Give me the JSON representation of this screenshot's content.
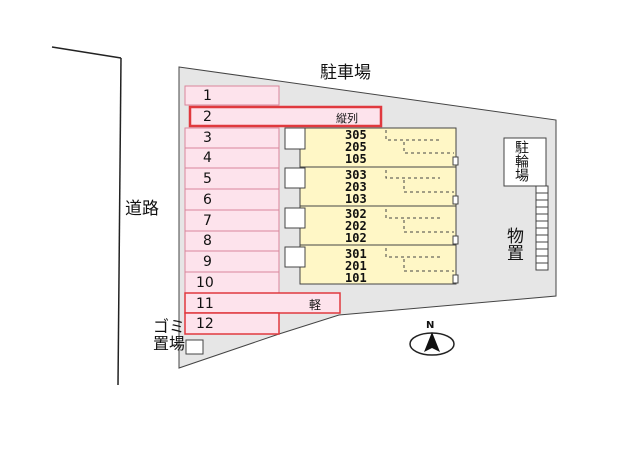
{
  "labels": {
    "parking_top": "駐車場",
    "road": "道路",
    "bicycle_parking": "駐輪場",
    "storage": "物置",
    "garbage": "ゴミ置場",
    "compass": "N"
  },
  "parking_slots": [
    {
      "number": "1",
      "note": ""
    },
    {
      "number": "2",
      "note": "縦列"
    },
    {
      "number": "3",
      "note": ""
    },
    {
      "number": "4",
      "note": ""
    },
    {
      "number": "5",
      "note": ""
    },
    {
      "number": "6",
      "note": ""
    },
    {
      "number": "7",
      "note": ""
    },
    {
      "number": "8",
      "note": ""
    },
    {
      "number": "9",
      "note": ""
    },
    {
      "number": "10",
      "note": ""
    },
    {
      "number": "11",
      "note": "軽"
    },
    {
      "number": "12",
      "note": ""
    }
  ],
  "building_floors": [
    {
      "units": [
        "305",
        "205",
        "105"
      ]
    },
    {
      "units": [
        "303",
        "203",
        "103"
      ]
    },
    {
      "units": [
        "302",
        "202",
        "102"
      ]
    },
    {
      "units": [
        "301",
        "201",
        "101"
      ]
    }
  ],
  "colors": {
    "lot": "#e6e6e6",
    "slot_fill": "#fde3ec",
    "slot_border": "#d9869b",
    "highlight": "#e0393e",
    "building": "#fff7c6"
  }
}
